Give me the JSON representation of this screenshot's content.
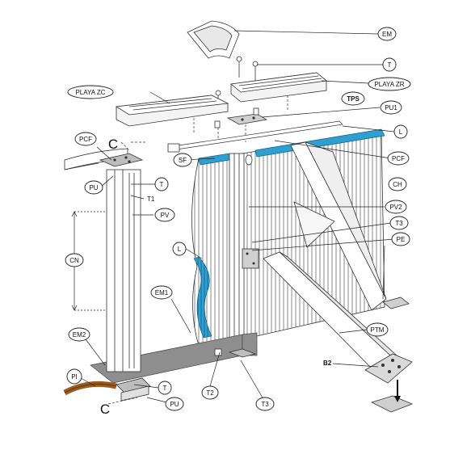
{
  "labels": {
    "em": "EM",
    "t_top": "T",
    "playa_zr": "PLAYA ZR",
    "playa_zc": "PLAYA ZC",
    "tps": "TPS",
    "pu1": "PU1",
    "l_top": "L",
    "pcf_left": "PCF",
    "c_top": "C",
    "sf": "SF",
    "pcf_right": "PCF",
    "pu_left": "PU",
    "t_post": "T",
    "t1": "T1",
    "ch": "CH",
    "pv_left": "PV",
    "pv2": "PV2",
    "t3_right": "T3",
    "pe": "PE",
    "cn": "CN",
    "l_liner": "L",
    "em1": "EM1",
    "ptm": "PTM",
    "em2": "EM2",
    "b2": "B2",
    "pi": "PI",
    "t_bottom": "T",
    "t2": "T2",
    "t3_bottom": "T3",
    "pu_bottom": "PU",
    "c_bottom": "C"
  },
  "colors": {
    "liner_blue": "#2e9fd0",
    "floor_gray": "#8e8e8e",
    "ground_brown": "#9a5a1c",
    "line": "#222222"
  }
}
